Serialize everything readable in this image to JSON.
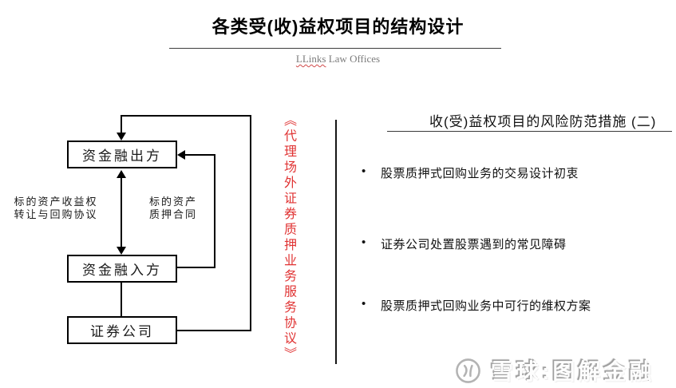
{
  "header": {
    "title": "各类受(收)益权项目的结构设计",
    "brand": "LLinks",
    "brand_suffix": " Law Offices"
  },
  "flowchart": {
    "nodes": [
      {
        "label": "资金融出方"
      },
      {
        "label": "资金融入方"
      },
      {
        "label": "证券公司"
      }
    ],
    "left_edge_label": {
      "line1": "标的资产收益权",
      "line2": "转让与回购协议"
    },
    "right_edge_label": {
      "line1": "标的资产",
      "line2": "质押合同"
    },
    "vertical_note": "《代理场外证券质押业务服务协议》"
  },
  "panel": {
    "heading": "收(受)益权项目的风险防范措施 (二)",
    "bullet_char": "•",
    "bullets": [
      "股票质押式回购业务的交易设计初衷",
      "证券公司处置股票遇到的常见障碍",
      "股票质押式回购业务中可行的维权方案"
    ]
  },
  "watermark": {
    "text": "雪球:图解金融"
  },
  "colors": {
    "note_red": "#e03333",
    "line_black": "#000000",
    "subtitle_gray": "#7b7b7b",
    "watermark_gray": "#9e9e9e"
  }
}
